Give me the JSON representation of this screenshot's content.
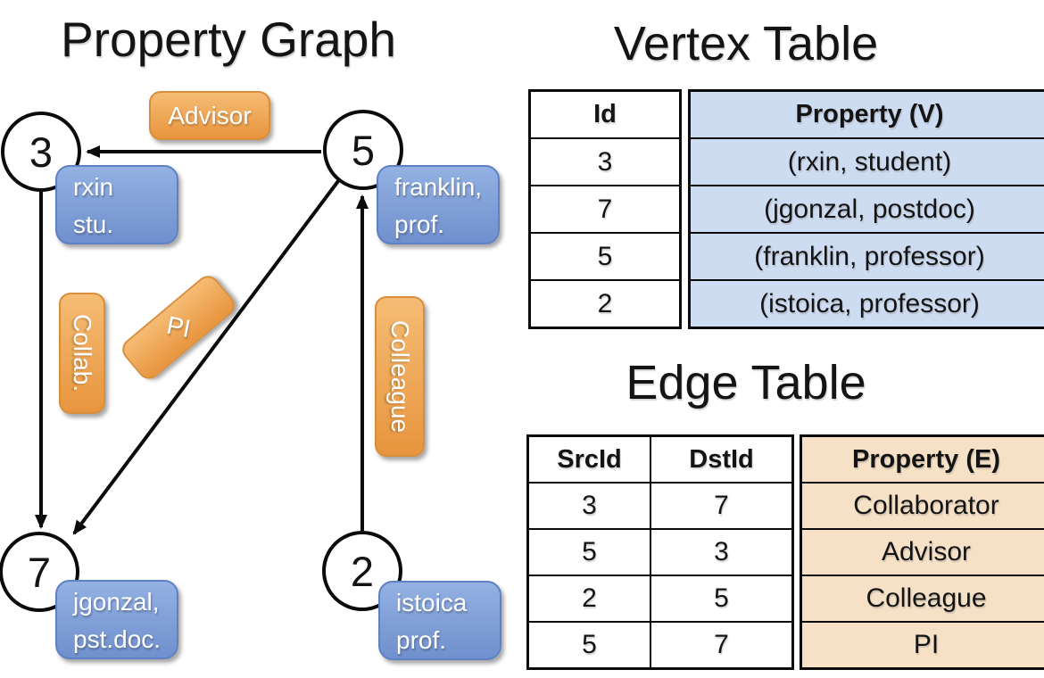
{
  "graph": {
    "title": "Property Graph",
    "nodes": [
      {
        "id": "3",
        "property_lines": [
          "rxin",
          "stu."
        ]
      },
      {
        "id": "5",
        "property_lines": [
          "franklin,",
          "prof."
        ]
      },
      {
        "id": "7",
        "property_lines": [
          "jgonzal,",
          "pst.doc."
        ]
      },
      {
        "id": "2",
        "property_lines": [
          "istoica",
          "prof."
        ]
      }
    ],
    "edge_labels": {
      "advisor": "Advisor",
      "collab": "Collab.",
      "pi": "PI",
      "colleague": "Colleague"
    }
  },
  "vertex_table": {
    "title": "Vertex Table",
    "headers": {
      "id": "Id",
      "property": "Property (V)"
    },
    "rows": [
      {
        "id": "3",
        "property": "(rxin, student)"
      },
      {
        "id": "7",
        "property": "(jgonzal, postdoc)"
      },
      {
        "id": "5",
        "property": "(franklin, professor)"
      },
      {
        "id": "2",
        "property": "(istoica, professor)"
      }
    ]
  },
  "edge_table": {
    "title": "Edge Table",
    "headers": {
      "src": "SrcId",
      "dst": "DstId",
      "property": "Property (E)"
    },
    "rows": [
      {
        "src": "3",
        "dst": "7",
        "property": "Collaborator"
      },
      {
        "src": "5",
        "dst": "3",
        "property": "Advisor"
      },
      {
        "src": "2",
        "dst": "5",
        "property": "Colleague"
      },
      {
        "src": "5",
        "dst": "7",
        "property": "PI"
      }
    ]
  },
  "colors": {
    "orange_top": "#f5bc74",
    "orange_bottom": "#e8953e",
    "orange_border": "#d98e3b",
    "blue_top": "#93b1e2",
    "blue_bottom": "#7090ce",
    "blue_border": "#5e80c4",
    "vcell": "#cedcf2",
    "ecell": "#f7e1c6",
    "line": "#0b0b0b"
  }
}
